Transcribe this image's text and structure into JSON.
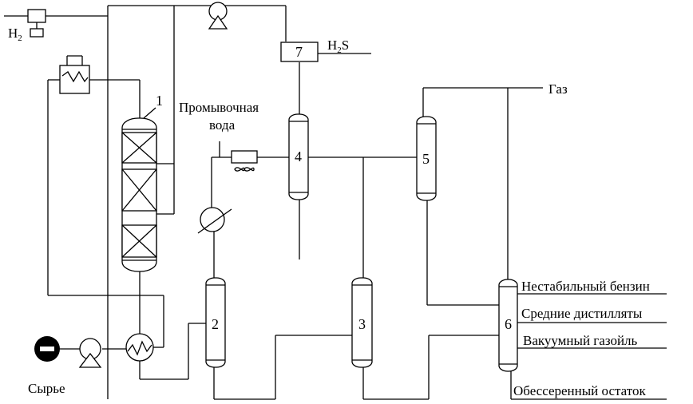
{
  "labels": {
    "h2": "H",
    "h2_sub": "2",
    "h2s_h": "H",
    "h2s_sub": "2",
    "h2s_s": "S",
    "gas": "Газ",
    "wash_water_1": "Промывочная",
    "wash_water_2": "вода",
    "feed": "Сырье",
    "unstable_gasoline": "Нестабильный бензин",
    "middle_distillates": "Средние дистилляты",
    "vacuum_gasoil": "Вакуумный газойль",
    "desulfurized_residue": "Обессеренный остаток"
  },
  "units": {
    "reactor": "1",
    "column_2": "2",
    "column_3": "3",
    "separator_4": "4",
    "column_5": "5",
    "column_6": "6",
    "unit_7": "7"
  }
}
